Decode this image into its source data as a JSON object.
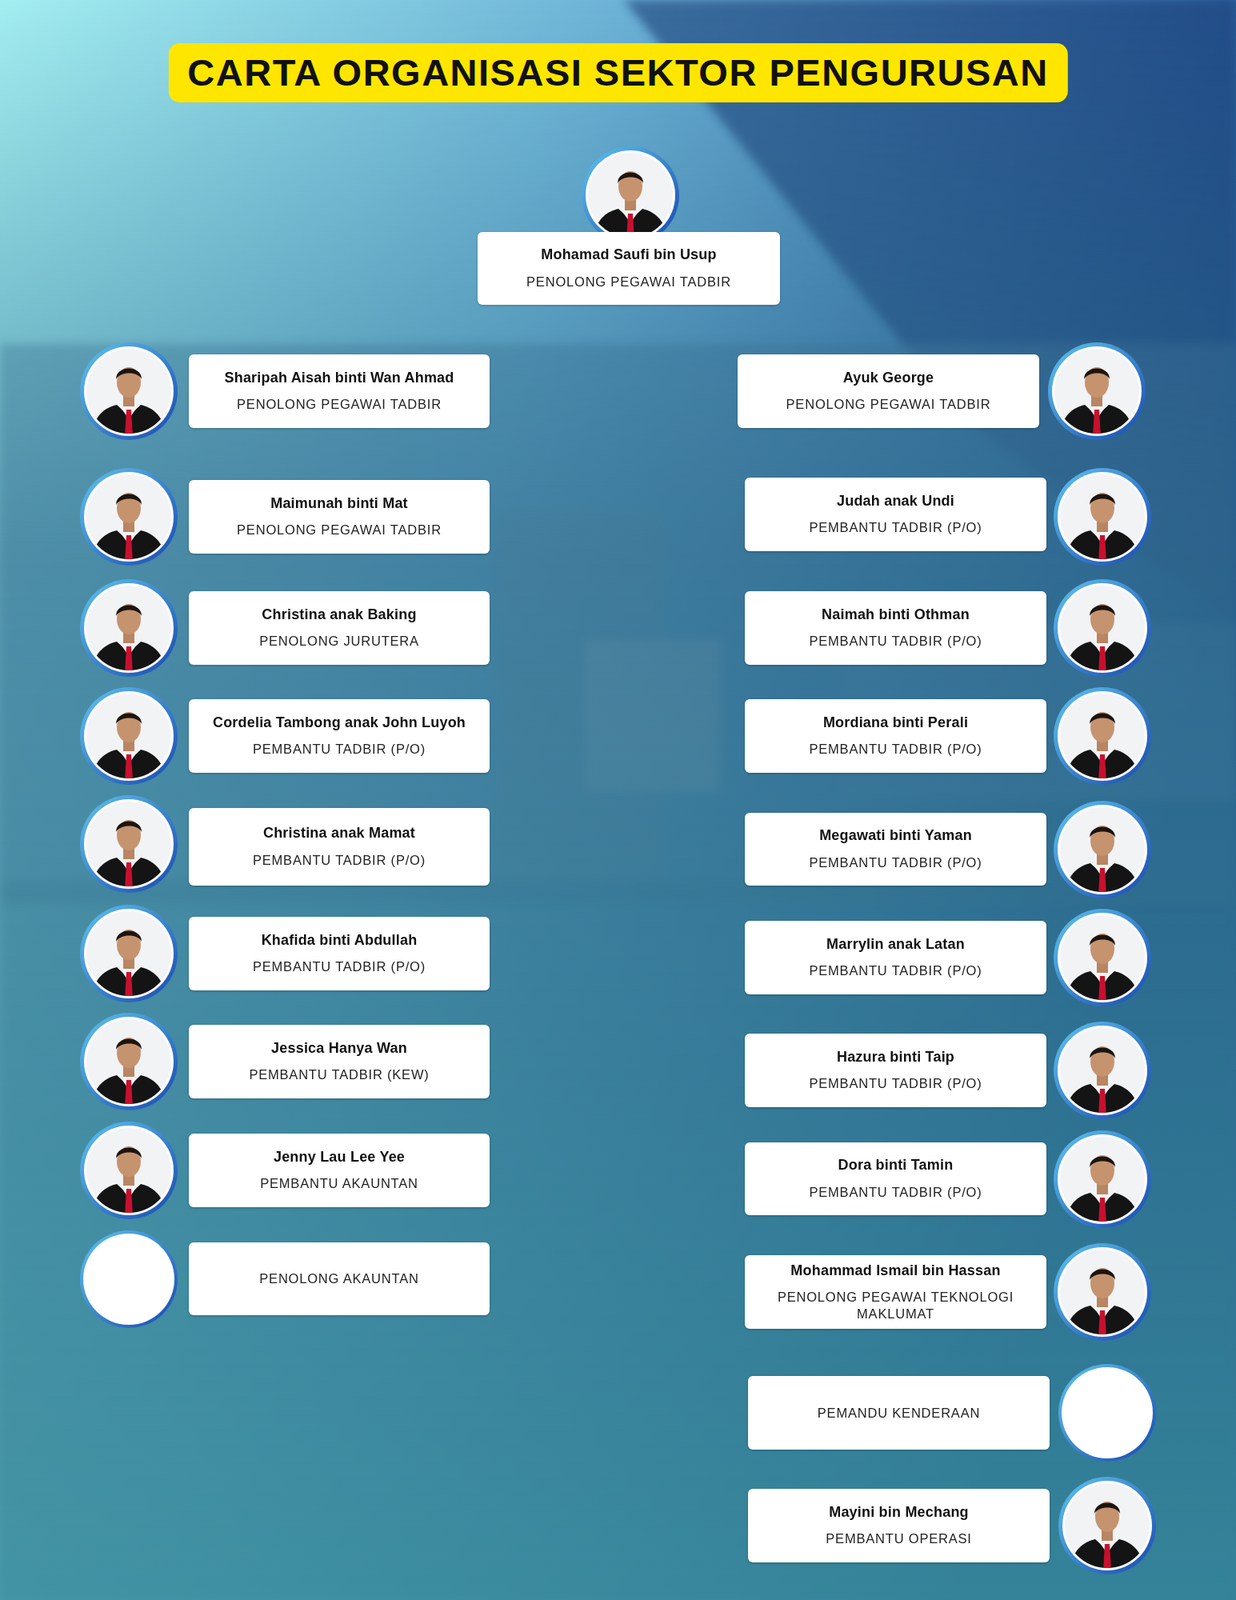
{
  "diagram": {
    "title": "CARTA ORGANISASI SEKTOR PENGURUSAN",
    "nodes": [
      {
        "text": [
          "Mohamad Saufi bin Usup",
          "PENOLONG PEGAWAI TADBIR"
        ]
      },
      {
        "text": [
          "Sharipah Aisah binti Wan Ahmad",
          "PENOLONG PEGAWAI TADBIR"
        ]
      },
      {
        "text": [
          "Ayuk George",
          "PENOLONG PEGAWAI TADBIR"
        ]
      },
      {
        "text": [
          "Maimunah binti Mat",
          "PENOLONG PEGAWAI TADBIR"
        ]
      },
      {
        "text": [
          "Judah anak Undi",
          "PEMBANTU TADBIR (P/O)"
        ]
      },
      {
        "text": [
          "Christina anak Baking",
          "PENOLONG JURUTERA"
        ]
      },
      {
        "text": [
          "Naimah binti Othman",
          "PEMBANTU TADBIR (P/O)"
        ]
      },
      {
        "text": [
          "Cordelia Tambong anak John Luyoh",
          "PEMBANTU TADBIR (P/O)"
        ]
      },
      {
        "text": [
          "Mordiana binti Perali",
          "PEMBANTU TADBIR (P/O)"
        ]
      },
      {
        "text": [
          "Christina anak Mamat",
          "PEMBANTU TADBIR (P/O)"
        ]
      },
      {
        "text": [
          "Megawati binti Yaman",
          "PEMBANTU TADBIR (P/O)"
        ]
      },
      {
        "text": [
          "Khafida binti Abdullah",
          "PEMBANTU TADBIR (P/O)"
        ]
      },
      {
        "text": [
          "Marrylin anak Latan",
          "PEMBANTU TADBIR (P/O)"
        ]
      },
      {
        "text": [
          "Jessica Hanya Wan",
          "PEMBANTU TADBIR (KEW)"
        ]
      },
      {
        "text": [
          "Hazura binti Taip",
          "PEMBANTU TADBIR (P/O)"
        ]
      },
      {
        "text": [
          "Jenny Lau Lee Yee",
          "PEMBANTU AKAUNTAN"
        ]
      },
      {
        "text": [
          "Dora binti Tamin",
          "PEMBANTU TADBIR (P/O)"
        ]
      },
      {
        "text": [
          "PENOLONG AKAUNTAN"
        ]
      },
      {
        "text": [
          "Mohammad Ismail bin Hassan",
          "PENOLONG PEGAWAI TEKNOLOGI MAKLUMAT"
        ]
      },
      {
        "text": [
          "PEMANDU KENDERAAN"
        ]
      },
      {
        "text": [
          "Mayini bin Mechang",
          "PEMBANTU OPERASI"
        ]
      }
    ]
  }
}
